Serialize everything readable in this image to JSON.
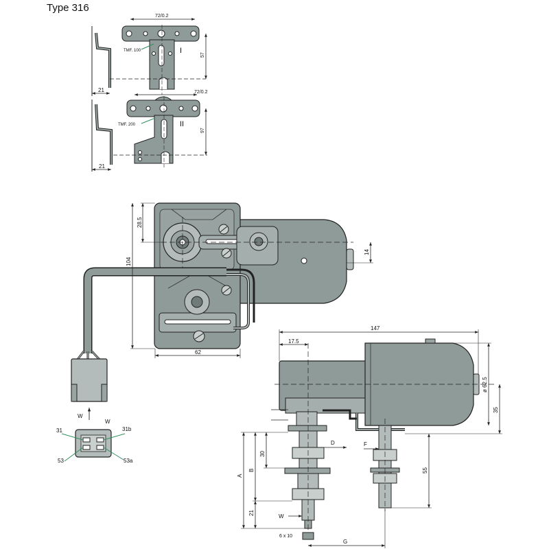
{
  "title": "Type 316",
  "colors": {
    "part": "#8f9b99",
    "part_light": "#b3bcba",
    "part_dark": "#6f7b79",
    "line": "#1c1c1c",
    "dim": "#2a2a2a",
    "leader": "#2f8f5f"
  },
  "bracket_1": {
    "roman": "I",
    "width": "72/0.2",
    "height": "57",
    "side": "21",
    "label": "TMF. 100"
  },
  "bracket_2": {
    "roman": "II",
    "width": "72/0.2",
    "height": "97",
    "side": "21",
    "label": "TMF. 200"
  },
  "front_view": {
    "dim_top": "28.5",
    "dim_height": "104",
    "dim_width": "62",
    "dim_shaft": "14"
  },
  "side_view": {
    "dim_length": "147",
    "dim_offset": "17.5",
    "dim_diameter": "ø 62.5",
    "dim_axis": "35",
    "dim_A": "A",
    "dim_B": "B",
    "dim_30": "30",
    "dim_21": "21",
    "dim_D": "D",
    "dim_F": "F",
    "dim_55": "55",
    "dim_W": "W",
    "dim_6x10": "6 x 10",
    "dim_G": "G"
  },
  "connector": {
    "arrow_label": "W",
    "view_label": "W",
    "pin_31": "31",
    "pin_31b": "31b",
    "pin_53": "53",
    "pin_53a": "53a"
  }
}
